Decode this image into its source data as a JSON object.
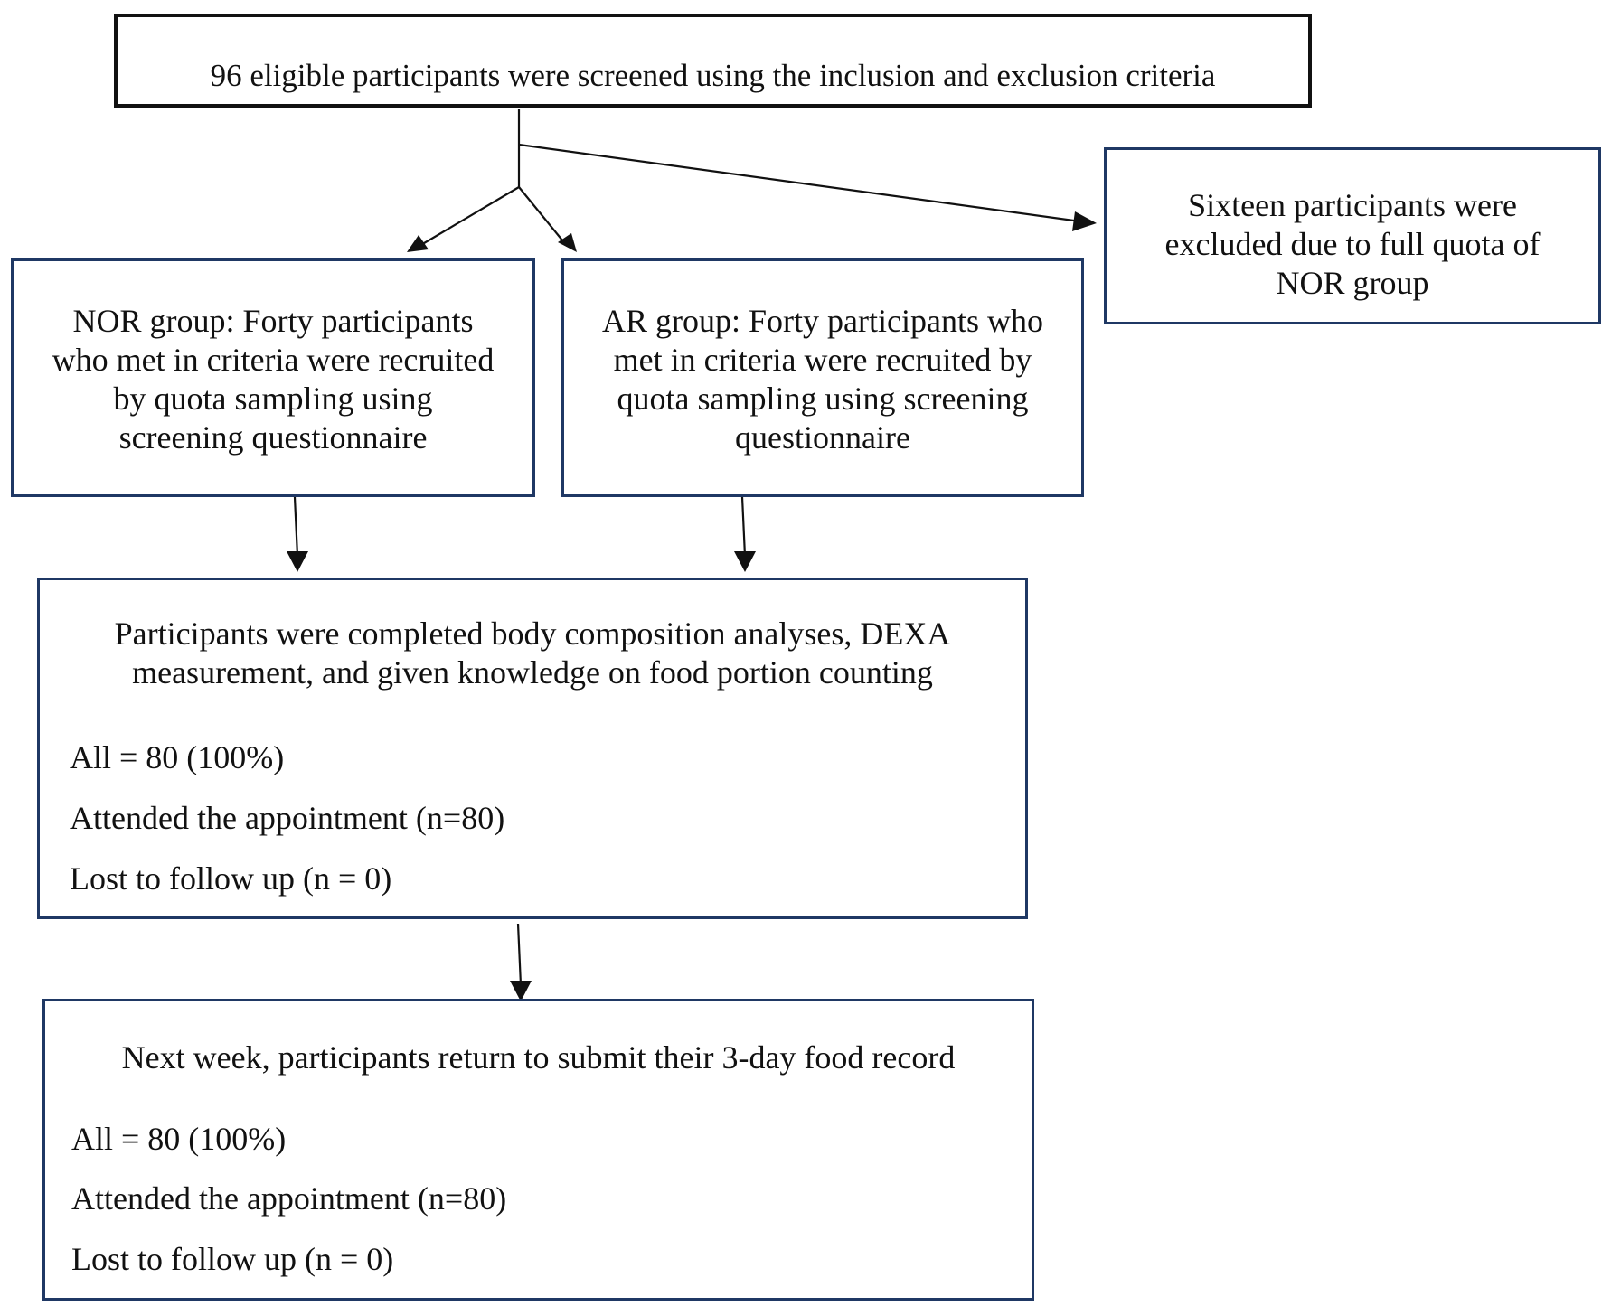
{
  "screening": {
    "text": "96 eligible participants were screened using the inclusion and exclusion criteria"
  },
  "excluded": {
    "text": "Sixteen participants were excluded due to full quota of NOR group"
  },
  "nor_group": {
    "text": "NOR group: Forty participants who met in criteria were recruited by quota sampling using screening questionnaire"
  },
  "ar_group": {
    "text": "AR group: Forty participants who met in criteria were recruited by quota sampling using screening questionnaire"
  },
  "assessment": {
    "text": "Participants were completed body composition analyses, DEXA measurement, and given knowledge on food portion counting",
    "all": "All = 80 (100%)",
    "attended": "Attended the appointment (n=80)",
    "lost": "Lost to follow up (n = 0)"
  },
  "followup": {
    "text": "Next week, participants return to submit their 3-day food record",
    "all": "All = 80 (100%)",
    "attended": "Attended the appointment (n=80)",
    "lost": "Lost to follow up (n = 0)"
  },
  "colors": {
    "box_border_primary": "#111111",
    "box_border_secondary": "#1f3864",
    "arrow": "#111111"
  }
}
